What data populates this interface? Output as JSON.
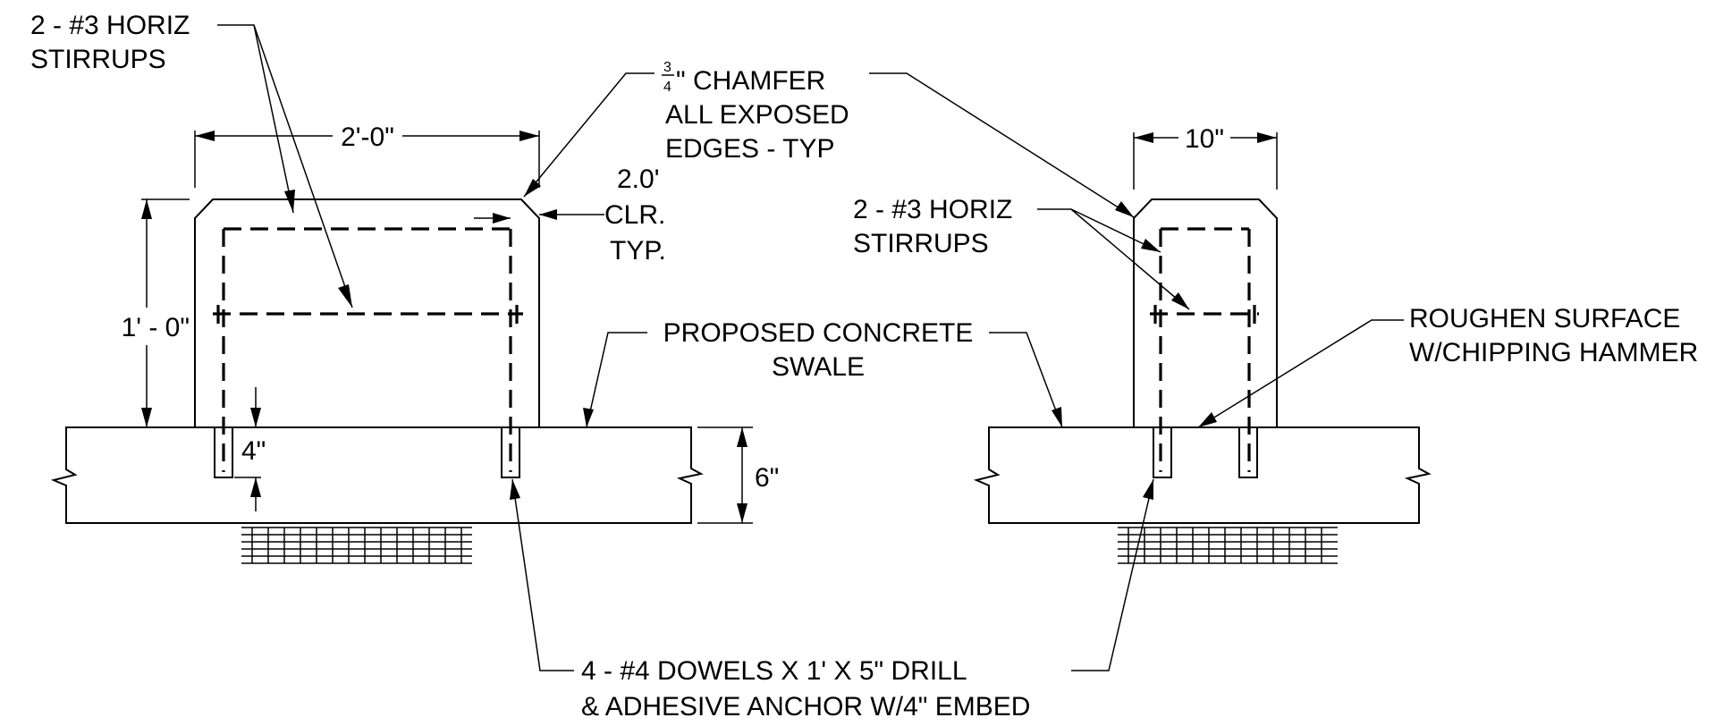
{
  "drawing": {
    "left_view": {
      "stirrups_note": {
        "line1": "2 - #3  HORIZ",
        "line2": "STIRRUPS"
      },
      "width_dim": "2'-0\"",
      "height_dim": "1' - 0\"",
      "embed_dim": "4\"",
      "slab_dim": "6\"",
      "clear_note": {
        "line1": "2.0'",
        "line2": "CLR.",
        "line3": "TYP."
      },
      "swale_note": {
        "line1": "PROPOSED CONCRETE",
        "line2": "SWALE"
      }
    },
    "chamfer_note": {
      "frac_num": "3",
      "frac_den": "4",
      "line1": "\" CHAMFER",
      "line2": "ALL EXPOSED",
      "line3": "EDGES - TYP"
    },
    "right_view": {
      "width_dim": "10\"",
      "stirrups_note": {
        "line1": "2 - #3  HORIZ",
        "line2": "STIRRUPS"
      },
      "roughen_note": {
        "line1": "ROUGHEN SURFACE",
        "line2": "W/CHIPPING HAMMER"
      }
    },
    "dowel_note": {
      "line1": "4 - #4 DOWELS X 1' X 5\" DRILL",
      "line2": "& ADHESIVE ANCHOR W/4\" EMBED"
    }
  }
}
